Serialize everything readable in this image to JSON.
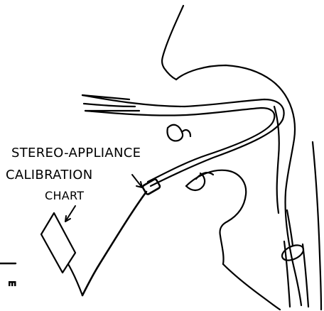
{
  "annotation": {
    "line1": "STEREO-APPLIANCE",
    "line2": "CALIBRATION",
    "line3": "CHART"
  },
  "colors": {
    "ink": "#000000",
    "paper": "#ffffff"
  }
}
